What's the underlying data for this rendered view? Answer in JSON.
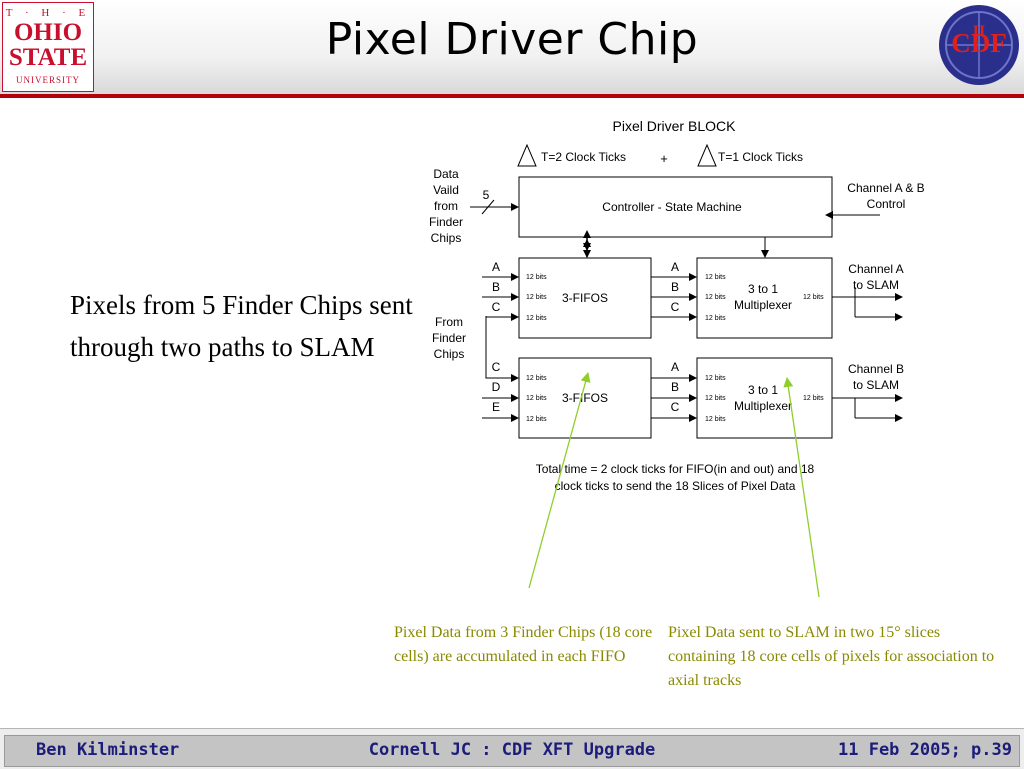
{
  "slide": {
    "title": "Pixel Driver Chip",
    "body_text": "Pixels from 5 Finder Chips sent through two paths to SLAM",
    "note_left": "Pixel Data from 3 Finder Chips (18 core cells) are accumulated in each FIFO",
    "note_right": "Pixel Data sent to SLAM in two 15° slices containing 18 core cells of pixels for association to axial tracks"
  },
  "logos": {
    "osu_the": "T · H · E",
    "osu_line1": "OHIO",
    "osu_line2": "STATE",
    "osu_line3": "UNIVERSITY",
    "cdf_label": "CDF",
    "cdf_numeral": "II"
  },
  "diagram": {
    "block_title": "Pixel Driver BLOCK",
    "clock_t2": "T=2 Clock Ticks",
    "plus": "+",
    "clock_t1": "T=1 Clock Ticks",
    "data_valid_lines": [
      "Data",
      "Vaild",
      "from",
      "Finder",
      "Chips"
    ],
    "bus_width": "5",
    "controller_label": "Controller - State Machine",
    "control_out_lines": [
      "Channel A & B",
      "Control"
    ],
    "from_finder_lines": [
      "From",
      "Finder",
      "Chips"
    ],
    "fifo_top_inputs": [
      "A",
      "B",
      "C"
    ],
    "fifo_bottom_inputs": [
      "C",
      "D",
      "E"
    ],
    "fifo_label": "3-FIFOS",
    "mux_inputs": [
      "A",
      "B",
      "C"
    ],
    "mux_label_lines": [
      "3 to 1",
      "Multiplexer"
    ],
    "bits_label": "12 bits",
    "channel_a_lines": [
      "Channel A",
      "to SLAM"
    ],
    "channel_b_lines": [
      "Channel B",
      "to SLAM"
    ],
    "timing_note_lines": [
      "Total time = 2 clock ticks for FIFO(in and out) and 18",
      "clock ticks to send the 18 Slices of Pixel Data"
    ]
  },
  "footer": {
    "author": "Ben Kilminster",
    "venue": "Cornell JC : CDF XFT Upgrade",
    "date_page": "11 Feb 2005; p.39"
  },
  "colors": {
    "header_rule": "#b3000c",
    "osu_red": "#c8102e",
    "note_olive": "#8a8a00",
    "arrow_green": "#8fcf2a",
    "footer_text": "#1c1c7a",
    "cdf_blue": "#2a2f8c"
  }
}
